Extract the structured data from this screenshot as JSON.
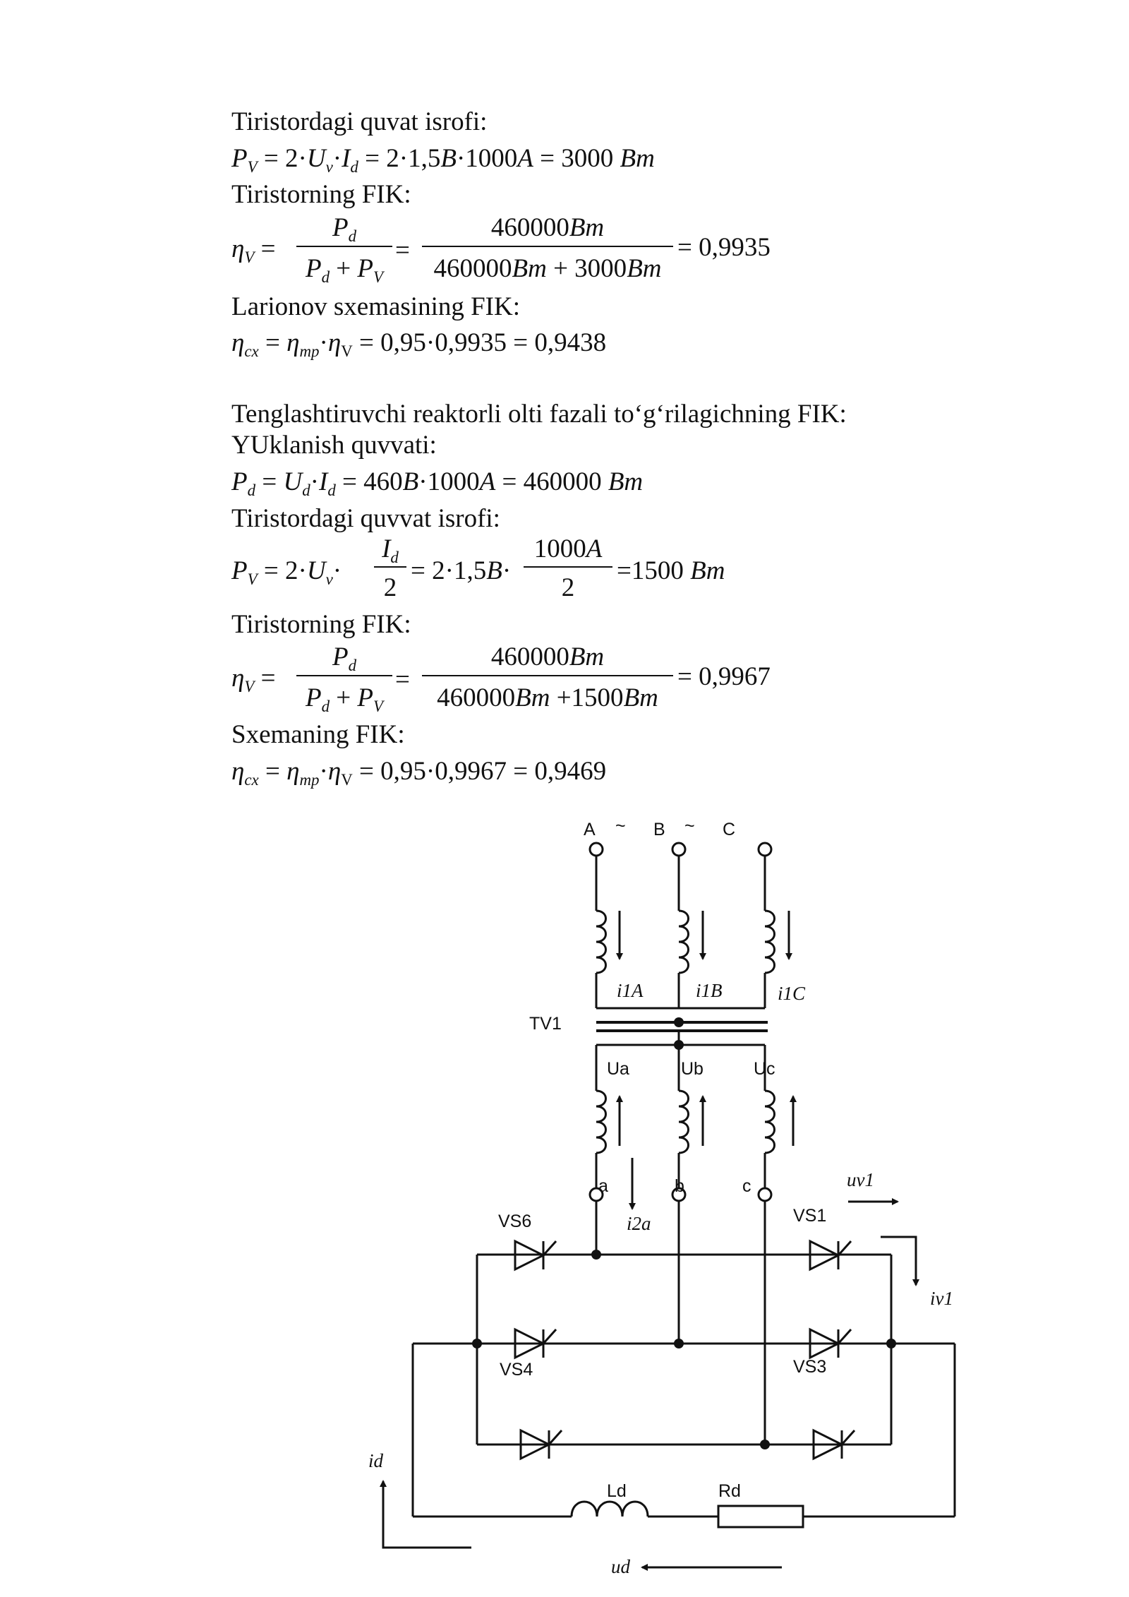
{
  "section1": {
    "loss_heading": "Tiristordagi quvat isrofi:",
    "loss_eq": "P_V = 2·U_v·I_d = 2·1,5B·1000A = 3000 Bm",
    "eff_heading": "Tiristorning FIK:",
    "eff_lhs": "η_V =",
    "eff_num": "P_d",
    "eff_den": "P_d + P_V",
    "eff_mid": "=",
    "eff_num2": "460000Bm",
    "eff_den2": "460000Bm + 3000Bm",
    "eff_result": "= 0,9935",
    "scheme_heading": "Larionov sxemasining FIK:",
    "scheme_eq": "η_cx = η_mp·η_V = 0,95·0,9935 = 0,9438"
  },
  "section2": {
    "title": "Tenglashtiruvchi reaktorli olti fazali to‘g‘rilagichning FIK:",
    "load_heading": "YUklanish quvvati:",
    "load_eq": "P_d = U_d·I_d = 460B·1000A = 460000 Bm",
    "loss_heading": "Tiristordagi quvvat isrofi:",
    "loss_lhs": "P_V = 2·U_v·",
    "loss_frac_num": "I_d",
    "loss_frac_den": "2",
    "loss_mid": "= 2·1,5B·",
    "loss_frac2_num": "1000A",
    "loss_frac2_den": "2",
    "loss_result": "= 1500 Bm",
    "eff_heading": "Tiristorning FIK:",
    "eff_lhs": "η_V =",
    "eff_num": "P_d",
    "eff_den": "P_d + P_V",
    "eff_mid": "=",
    "eff_num2": "460000Bm",
    "eff_den2": "460000Bm + 1500Bm",
    "eff_result": "= 0,9967",
    "scheme_heading": "Sxemaning FIK:",
    "scheme_eq": "η_cx = η_mp·η_V = 0,95·0,9967 = 0,9469"
  },
  "circuit": {
    "phase_a": "A",
    "phase_b": "B",
    "phase_c": "C",
    "tilde1": "~",
    "tilde2": "~",
    "i1a": "i1A",
    "i1b": "i1B",
    "i1c": "i1C",
    "transformer": "TV1",
    "ua": "Ua",
    "ub": "Ub",
    "uc": "Uc",
    "node_a": "a",
    "node_b": "b",
    "node_c": "c",
    "i2a": "i2a",
    "uv1": "uv1",
    "iv1": "iv1",
    "vs6": "VS6",
    "vs1": "VS1",
    "vs4": "VS4",
    "vs3": "VS3",
    "id": "id",
    "ld": "Ld",
    "rd": "Rd",
    "ud": "ud"
  }
}
